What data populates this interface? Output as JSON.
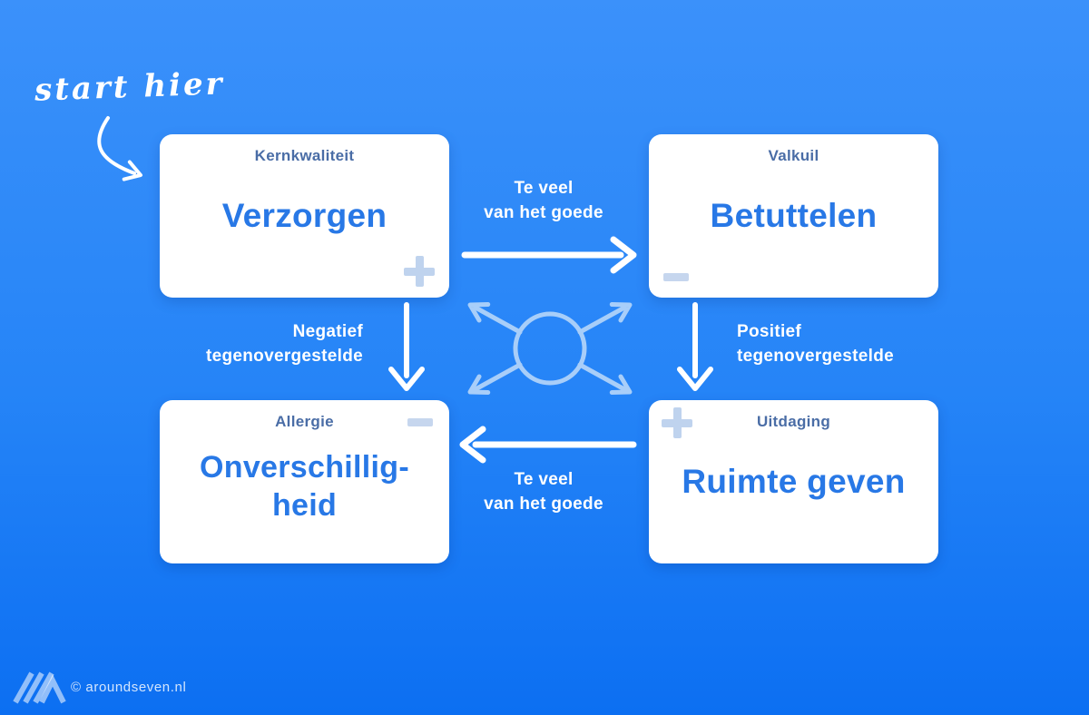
{
  "annotation": {
    "start_label": "start hier"
  },
  "quadrants": {
    "kernkwaliteit": {
      "category": "Kernkwaliteit",
      "word": "Verzorgen",
      "polarity": "plus"
    },
    "valkuil": {
      "category": "Valkuil",
      "word": "Betuttelen",
      "polarity": "minus"
    },
    "allergie": {
      "category": "Allergie",
      "word_line1": "Onverschillig-",
      "word_line2": "heid",
      "polarity": "minus"
    },
    "uitdaging": {
      "category": "Uitdaging",
      "word": "Ruimte geven",
      "polarity": "plus"
    }
  },
  "relations": {
    "top": {
      "line1": "Te veel",
      "line2": "van het goede"
    },
    "bottom": {
      "line1": "Te veel",
      "line2": "van het goede"
    },
    "left": {
      "line1": "Negatief",
      "line2": "tegenovergestelde"
    },
    "right": {
      "line1": "Positief",
      "line2": "tegenovergestelde"
    }
  },
  "footer": {
    "credit": "© aroundseven.nl"
  },
  "colors": {
    "background_top": "#3b91fa",
    "background_bottom": "#0c6ff2",
    "card_background": "#ffffff",
    "category_text": "#4a6da6",
    "word_text": "#2878e6",
    "badge": "#bfd3ee",
    "white_arrow": "#ffffff",
    "hub_arrow": "#a8cef9"
  }
}
